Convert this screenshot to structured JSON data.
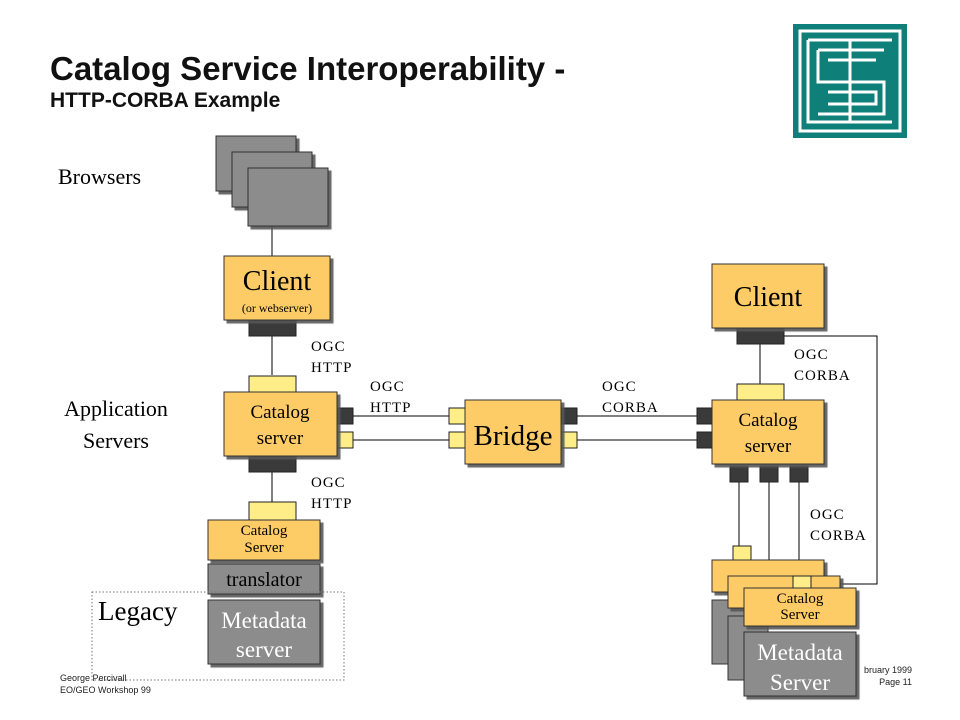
{
  "title": "Catalog Service Interoperability -",
  "subtitle": "HTTP-CORBA Example",
  "labels": {
    "browsers": "Browsers",
    "app_servers_line1": "Application",
    "app_servers_line2": "Servers",
    "legacy": "Legacy"
  },
  "nodes": {
    "client_left": "Client",
    "client_left_sub": "(or webserver)",
    "client_right": "Client",
    "catalog_server_left_line1": "Catalog",
    "catalog_server_left_line2": "server",
    "catalog_server_right_line1": "Catalog",
    "catalog_server_right_line2": "server",
    "bridge": "Bridge",
    "catalog_server_small_left_line1": "Catalog",
    "catalog_server_small_left_line2": "Server",
    "translator": "translator",
    "metadata_server_left_line1": "Metadata",
    "metadata_server_left_line2": "server",
    "catalog_server_small_right_line1": "Catalog",
    "catalog_server_small_right_line2": "Server",
    "metadata_server_right_line1": "Metadata",
    "metadata_server_right_line2": "Server"
  },
  "protocols": {
    "ogc": "OGC",
    "http": "HTTP",
    "corba": "CORBA"
  },
  "footer": {
    "author": "George Percivall",
    "event": "EO/GEO Workshop 99",
    "date": "bruary 1999",
    "page": "Page  11"
  },
  "colors": {
    "node_fill": "#fecc66",
    "gray_fill": "#8c8c8c",
    "port_dark": "#3a3a3a",
    "port_light": "#ffee88",
    "logo_teal": "#0f7f7a"
  }
}
